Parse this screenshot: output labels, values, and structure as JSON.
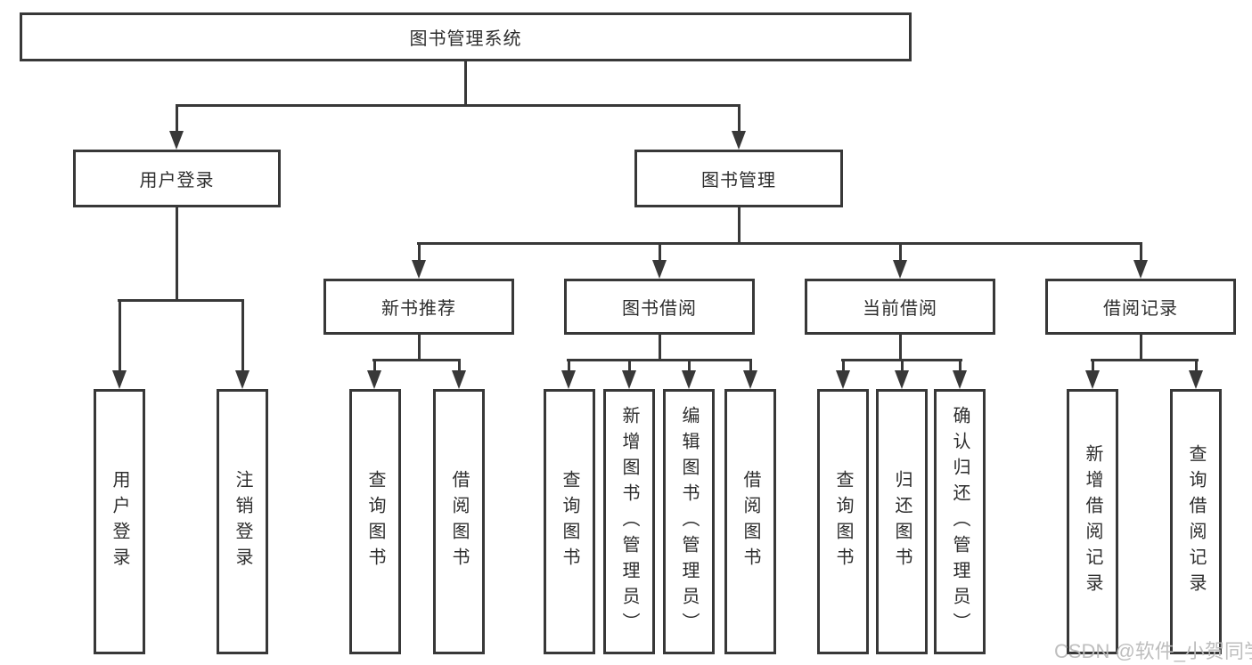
{
  "diagram_title": "图书管理系统",
  "colors": {
    "line": "#383838",
    "box_border": "#383838",
    "text": "#2e2e2e",
    "background": "#ffffff",
    "watermark": "#bbbbbb"
  },
  "watermark": {
    "text": "CSDN @软件_小贺同学"
  },
  "tree": {
    "label": "图书管理系统",
    "children": [
      {
        "label": "用户登录",
        "children": [
          {
            "label": "用户登录"
          },
          {
            "label": "注销登录"
          }
        ]
      },
      {
        "label": "图书管理",
        "children": [
          {
            "label": "新书推荐",
            "children": [
              {
                "label": "查询图书"
              },
              {
                "label": "借阅图书"
              }
            ]
          },
          {
            "label": "图书借阅",
            "children": [
              {
                "label": "查询图书"
              },
              {
                "label": "新增图书（管理员）"
              },
              {
                "label": "编辑图书（管理员）"
              },
              {
                "label": "借阅图书"
              }
            ]
          },
          {
            "label": "当前借阅",
            "children": [
              {
                "label": "查询图书"
              },
              {
                "label": "归还图书"
              },
              {
                "label": "确认归还（管理员）"
              }
            ]
          },
          {
            "label": "借阅记录",
            "children": [
              {
                "label": "新增借阅记录"
              },
              {
                "label": "查询借阅记录"
              }
            ]
          }
        ]
      }
    ]
  }
}
